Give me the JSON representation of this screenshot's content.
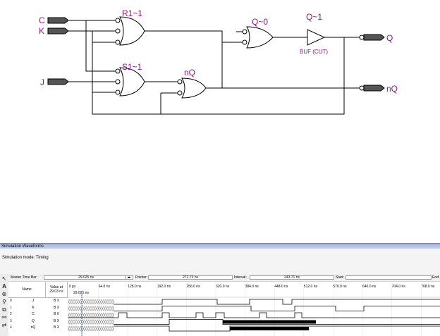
{
  "schematic": {
    "inputs": [
      "C",
      "K",
      "J"
    ],
    "outputs": [
      "Q",
      "nQ"
    ],
    "gates": [
      "R1~1",
      "S1~1",
      "nQ",
      "Q~0",
      "Q~1"
    ],
    "buffer_label": "BUF (CUT)"
  },
  "sim": {
    "title": "Simulation Waveforms",
    "mode": "Simulation mode: Timing",
    "master_time_bar_label": "Master Time Bar:",
    "master_time_bar_value": "29.025 ns",
    "pointer_label": "Pointer:",
    "pointer_value": "272.73 ns",
    "interval_label": "Interval:",
    "interval_value": "243.71 ns",
    "start_label": "Start:",
    "end_label": "End:",
    "col_name": "Name",
    "col_value": "Value at 29.03 ns",
    "cursor_label": "29.025 ns",
    "time_ticks": [
      "0 ps",
      "64.0 ns",
      "128.0 ns",
      "192.0 ns",
      "256.0 ns",
      "320.0 ns",
      "384.0 ns",
      "448.0 ns",
      "512.0 ns",
      "576.0 ns",
      "640.0 ns",
      "704.0 ns",
      "768.0 ns"
    ],
    "signals": [
      {
        "idx": "0",
        "name": "J",
        "value": "B X"
      },
      {
        "idx": "1",
        "name": "K",
        "value": "B X"
      },
      {
        "idx": "2",
        "name": "C",
        "value": "B 0"
      },
      {
        "idx": "3",
        "name": "Q",
        "value": "B X"
      },
      {
        "idx": "4",
        "name": "nQ",
        "value": "B X"
      }
    ]
  }
}
